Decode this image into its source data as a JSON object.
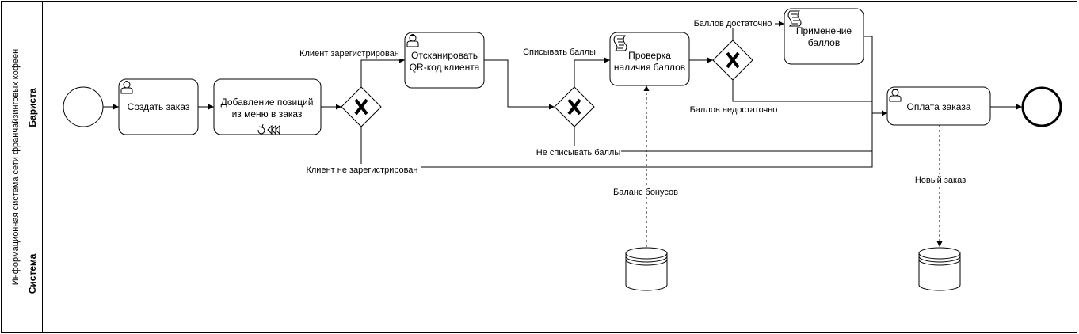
{
  "pool": {
    "title": "Информационная система сети франчайзинговых кофеен"
  },
  "lanes": [
    {
      "name": "Бариста"
    },
    {
      "name": "Система"
    }
  ],
  "tasks": {
    "create_order": {
      "line1": "Создать заказ",
      "type": "user-task-icon"
    },
    "add_items": {
      "line1": "Добавление позиций",
      "line2": "из меню в заказ",
      "type": "loop-task-icon"
    },
    "scan_qr": {
      "line1": "Отсканировать",
      "line2": "QR-код клиента",
      "type": "user-task-icon"
    },
    "check_points": {
      "line1": "Проверка",
      "line2": "наличия баллов",
      "type": "script-task-icon"
    },
    "apply_points": {
      "line1": "Применение",
      "line2": "баллов",
      "type": "script-task-icon"
    },
    "pay_order": {
      "line1": "Оплата заказа",
      "type": "user-task-icon"
    }
  },
  "flow_labels": {
    "client_registered": "Клиент зарегистрирован",
    "client_not_registered": "Клиент не зарегистрирован",
    "use_points": "Списывать баллы",
    "dont_use_points": "Не списывать баллы",
    "enough_points": "Баллов достаточно",
    "not_enough_points": "Баллов недостаточно"
  },
  "data_labels": {
    "bonus_balance": "Баланс бонусов",
    "new_order": "Новый заказ"
  }
}
